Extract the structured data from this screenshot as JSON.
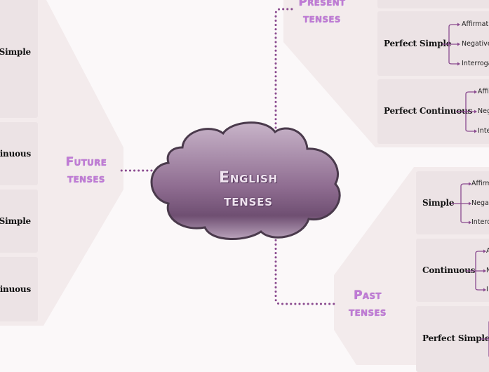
{
  "center": {
    "line1": "English",
    "line2": "tenses"
  },
  "groups": {
    "present": {
      "line1": "Present",
      "line2": "tenses"
    },
    "future": {
      "line1": "Future",
      "line2": "tenses"
    },
    "past": {
      "line1": "Past",
      "line2": "tenses"
    }
  },
  "future_items": [
    {
      "label": "e - Simple"
    },
    {
      "label": "ontinuous"
    },
    {
      "label": "t Simple"
    },
    {
      "label": "ontinuous"
    }
  ],
  "present_items": [
    {
      "label": "Perfect Simple",
      "leaves": [
        "Affirmati",
        "Negative",
        "Interroga"
      ]
    },
    {
      "label": "Perfect Continuous",
      "leaves": [
        "Affi",
        "Neg",
        "Inte"
      ]
    }
  ],
  "past_items": [
    {
      "label": "Simple",
      "leaves": [
        "Affirm",
        "Negat",
        "Intero"
      ]
    },
    {
      "label": "Continuous",
      "leaves": [
        "A",
        "N",
        "I"
      ]
    },
    {
      "label": "Perfect Simple",
      "leaves": []
    }
  ],
  "colors": {
    "accent": "#c07ad6",
    "connector": "#8a4a8f",
    "cloud_top": "#c7b3c8",
    "cloud_bottom": "#7a5a7c",
    "panel": "#f3ebec",
    "card": "#ece3e5"
  }
}
